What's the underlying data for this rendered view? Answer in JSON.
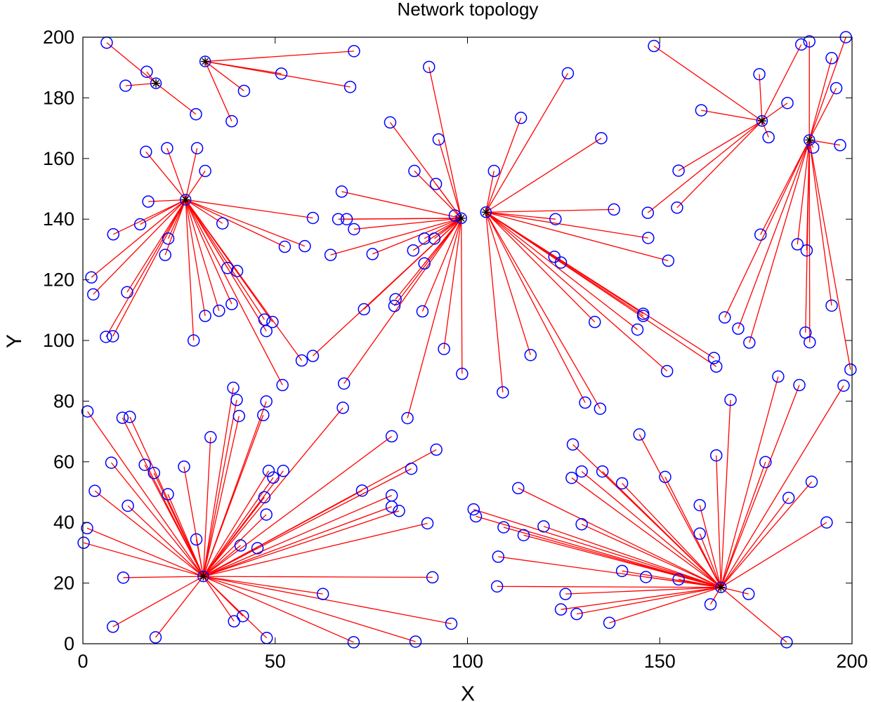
{
  "chart_data": {
    "type": "scatter",
    "title": "Network topology",
    "xlabel": "X",
    "ylabel": "Y",
    "xlim": [
      0,
      200
    ],
    "ylim": [
      0,
      200
    ],
    "xticks": [
      0,
      50,
      100,
      150,
      200
    ],
    "yticks": [
      0,
      20,
      40,
      60,
      80,
      100,
      120,
      140,
      160,
      180,
      200
    ],
    "grid": false,
    "legend": "none",
    "colors": {
      "link": "#ff0000",
      "node": "#0000ff",
      "head": "#000000",
      "axis": "#000000"
    },
    "clusters": [
      {
        "head": [
          19.0,
          184.8
        ],
        "members": [
          [
            6.2,
            198.2
          ],
          [
            16.6,
            188.6
          ],
          [
            11.1,
            184.0
          ],
          [
            29.4,
            174.6
          ]
        ]
      },
      {
        "head": [
          31.8,
          192.0
        ],
        "members": [
          [
            70.5,
            195.4
          ],
          [
            51.6,
            188.0
          ],
          [
            69.5,
            183.6
          ],
          [
            41.9,
            182.3
          ],
          [
            38.7,
            172.3
          ]
        ]
      },
      {
        "head": [
          26.7,
          146.4
        ],
        "members": [
          [
            16.4,
            162.2
          ],
          [
            21.9,
            163.4
          ],
          [
            29.7,
            163.4
          ],
          [
            31.8,
            155.9
          ],
          [
            17.0,
            145.8
          ],
          [
            14.9,
            138.3
          ],
          [
            7.9,
            135.0
          ],
          [
            22.2,
            133.6
          ],
          [
            21.4,
            128.2
          ],
          [
            36.3,
            138.6
          ],
          [
            59.8,
            140.4
          ],
          [
            57.7,
            131.1
          ],
          [
            52.5,
            130.9
          ],
          [
            37.6,
            123.9
          ],
          [
            40.1,
            122.9
          ],
          [
            2.2,
            120.8
          ],
          [
            2.7,
            115.2
          ],
          [
            11.5,
            115.9
          ],
          [
            38.7,
            112.0
          ],
          [
            35.4,
            109.8
          ],
          [
            31.8,
            108.1
          ],
          [
            47.2,
            106.9
          ],
          [
            49.3,
            106.1
          ],
          [
            47.7,
            103.1
          ],
          [
            6.0,
            101.2
          ],
          [
            7.8,
            101.4
          ],
          [
            28.8,
            100.0
          ],
          [
            56.9,
            93.4
          ],
          [
            51.9,
            85.3
          ]
        ]
      },
      {
        "head": [
          98.4,
          140.3
        ],
        "members": [
          [
            79.9,
            171.9
          ],
          [
            90.0,
            190.2
          ],
          [
            92.5,
            166.3
          ],
          [
            86.2,
            155.9
          ],
          [
            91.8,
            151.6
          ],
          [
            96.7,
            141.2
          ],
          [
            67.3,
            149.1
          ],
          [
            66.4,
            140.0
          ],
          [
            68.6,
            140.0
          ],
          [
            70.5,
            136.7
          ],
          [
            88.8,
            133.6
          ],
          [
            91.4,
            133.6
          ],
          [
            64.4,
            128.2
          ],
          [
            75.3,
            128.5
          ],
          [
            85.9,
            129.7
          ],
          [
            88.8,
            125.4
          ],
          [
            73.1,
            110.3
          ],
          [
            81.3,
            113.6
          ],
          [
            81.0,
            111.4
          ],
          [
            88.3,
            109.6
          ],
          [
            93.9,
            97.2
          ],
          [
            59.8,
            94.9
          ],
          [
            98.6,
            89.0
          ],
          [
            67.9,
            85.8
          ],
          [
            84.4,
            74.4
          ]
        ]
      },
      {
        "head": [
          104.8,
          142.3
        ],
        "members": [
          [
            126.1,
            188.1
          ],
          [
            113.9,
            173.4
          ],
          [
            106.9,
            155.9
          ],
          [
            134.8,
            166.7
          ],
          [
            138.1,
            143.2
          ],
          [
            122.9,
            140.0
          ],
          [
            147.0,
            133.8
          ],
          [
            152.2,
            126.3
          ],
          [
            122.6,
            127.6
          ],
          [
            124.3,
            125.7
          ],
          [
            133.1,
            106.1
          ],
          [
            145.7,
            108.8
          ],
          [
            145.7,
            108.1
          ],
          [
            144.2,
            103.6
          ],
          [
            116.4,
            95.2
          ],
          [
            109.2,
            82.9
          ],
          [
            151.9,
            89.9
          ],
          [
            164.1,
            94.2
          ],
          [
            164.7,
            91.4
          ],
          [
            130.6,
            79.5
          ],
          [
            134.5,
            77.5
          ]
        ]
      },
      {
        "head": [
          176.6,
          172.4
        ],
        "members": [
          [
            148.5,
            197.1
          ],
          [
            175.9,
            187.8
          ],
          [
            186.8,
            197.6
          ],
          [
            183.2,
            178.3
          ],
          [
            178.3,
            167.0
          ],
          [
            160.8,
            175.9
          ],
          [
            154.9,
            156.0
          ],
          [
            146.9,
            142.1
          ],
          [
            154.5,
            143.8
          ]
        ]
      },
      {
        "head": [
          188.9,
          166.1
        ],
        "members": [
          [
            188.9,
            198.6
          ],
          [
            198.4,
            200.0
          ],
          [
            194.7,
            193.1
          ],
          [
            195.9,
            183.2
          ],
          [
            196.9,
            164.4
          ],
          [
            189.9,
            163.6
          ],
          [
            176.2,
            134.9
          ],
          [
            185.8,
            131.7
          ],
          [
            188.2,
            129.7
          ],
          [
            166.9,
            107.6
          ],
          [
            170.4,
            103.9
          ],
          [
            173.3,
            99.3
          ],
          [
            187.9,
            102.6
          ],
          [
            189.0,
            99.4
          ],
          [
            194.7,
            111.5
          ],
          [
            199.6,
            90.4
          ]
        ]
      },
      {
        "head": [
          31.3,
          22.2
        ],
        "members": [
          [
            1.2,
            76.6
          ],
          [
            10.3,
            74.5
          ],
          [
            12.2,
            74.8
          ],
          [
            7.4,
            59.7
          ],
          [
            16.1,
            59.0
          ],
          [
            18.5,
            56.3
          ],
          [
            3.1,
            50.4
          ],
          [
            22.1,
            49.3
          ],
          [
            11.7,
            45.5
          ],
          [
            26.3,
            58.4
          ],
          [
            33.2,
            68.1
          ],
          [
            39.1,
            84.4
          ],
          [
            40.0,
            80.4
          ],
          [
            40.6,
            75.1
          ],
          [
            46.9,
            75.4
          ],
          [
            47.7,
            79.9
          ],
          [
            67.6,
            77.8
          ],
          [
            48.3,
            57.0
          ],
          [
            52.1,
            57.0
          ],
          [
            49.5,
            54.8
          ],
          [
            47.2,
            48.3
          ],
          [
            47.7,
            42.6
          ],
          [
            41.0,
            32.4
          ],
          [
            45.4,
            31.5
          ],
          [
            29.5,
            34.4
          ],
          [
            80.3,
            68.4
          ],
          [
            91.9,
            64.0
          ],
          [
            85.4,
            57.7
          ],
          [
            72.6,
            50.5
          ],
          [
            80.3,
            48.9
          ],
          [
            80.3,
            45.2
          ],
          [
            82.2,
            43.8
          ],
          [
            89.6,
            39.7
          ],
          [
            0.2,
            33.3
          ],
          [
            1.1,
            38.1
          ],
          [
            10.5,
            21.8
          ],
          [
            90.9,
            21.9
          ],
          [
            62.4,
            16.4
          ],
          [
            95.8,
            6.6
          ],
          [
            39.3,
            7.4
          ],
          [
            41.6,
            9.1
          ],
          [
            47.8,
            1.9
          ],
          [
            7.8,
            5.6
          ],
          [
            18.9,
            2.1
          ],
          [
            70.4,
            0.5
          ],
          [
            86.5,
            0.7
          ]
        ]
      },
      {
        "head": [
          165.9,
          18.6
        ],
        "members": [
          [
            101.6,
            44.3
          ],
          [
            102.2,
            42.0
          ],
          [
            109.4,
            38.4
          ],
          [
            114.6,
            35.8
          ],
          [
            119.8,
            38.7
          ],
          [
            113.2,
            51.3
          ],
          [
            108.0,
            28.7
          ],
          [
            107.7,
            18.9
          ],
          [
            129.7,
            39.4
          ],
          [
            127.1,
            54.7
          ],
          [
            127.4,
            65.7
          ],
          [
            129.7,
            56.8
          ],
          [
            135.1,
            56.8
          ],
          [
            140.2,
            52.9
          ],
          [
            144.7,
            69.0
          ],
          [
            151.4,
            55.0
          ],
          [
            140.2,
            24.0
          ],
          [
            146.4,
            22.0
          ],
          [
            154.9,
            21.2
          ],
          [
            160.4,
            45.7
          ],
          [
            160.4,
            36.3
          ],
          [
            164.7,
            62.1
          ],
          [
            168.4,
            80.4
          ],
          [
            177.5,
            59.9
          ],
          [
            180.8,
            88.1
          ],
          [
            186.3,
            85.3
          ],
          [
            197.8,
            85.1
          ],
          [
            183.5,
            48.1
          ],
          [
            189.5,
            53.4
          ],
          [
            193.4,
            40.0
          ],
          [
            173.1,
            16.4
          ],
          [
            163.2,
            13.0
          ],
          [
            125.5,
            16.4
          ],
          [
            124.3,
            11.3
          ],
          [
            128.4,
            9.8
          ],
          [
            136.9,
            6.9
          ],
          [
            183.0,
            0.5
          ]
        ]
      }
    ]
  }
}
